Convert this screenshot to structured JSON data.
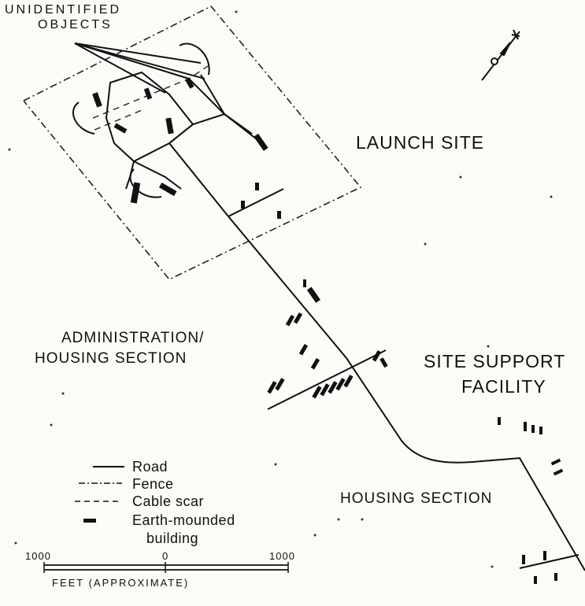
{
  "labels": {
    "unidentified": "UNIDENTIFIED\nOBJECTS",
    "unidentified_line1": "UNIDENTIFIED",
    "unidentified_line2": "OBJECTS",
    "launch_site": "LAUNCH SITE",
    "admin_line1": "ADMINISTRATION/",
    "admin_line2": "HOUSING SECTION",
    "support_line1": "SITE SUPPORT",
    "support_line2": "FACILITY",
    "housing": "HOUSING SECTION"
  },
  "legend": {
    "road": "Road",
    "fence": "Fence",
    "cable": "Cable scar",
    "building_line1": "Earth-mounded",
    "building_line2": "building"
  },
  "scale": {
    "left": "1000",
    "center": "0",
    "right": "1000",
    "unit": "FEET (APPROXIMATE)"
  },
  "colors": {
    "ink": "#111111",
    "paper": "#fbfbf8"
  },
  "icons": {
    "north_arrow": "north-arrow-icon"
  }
}
